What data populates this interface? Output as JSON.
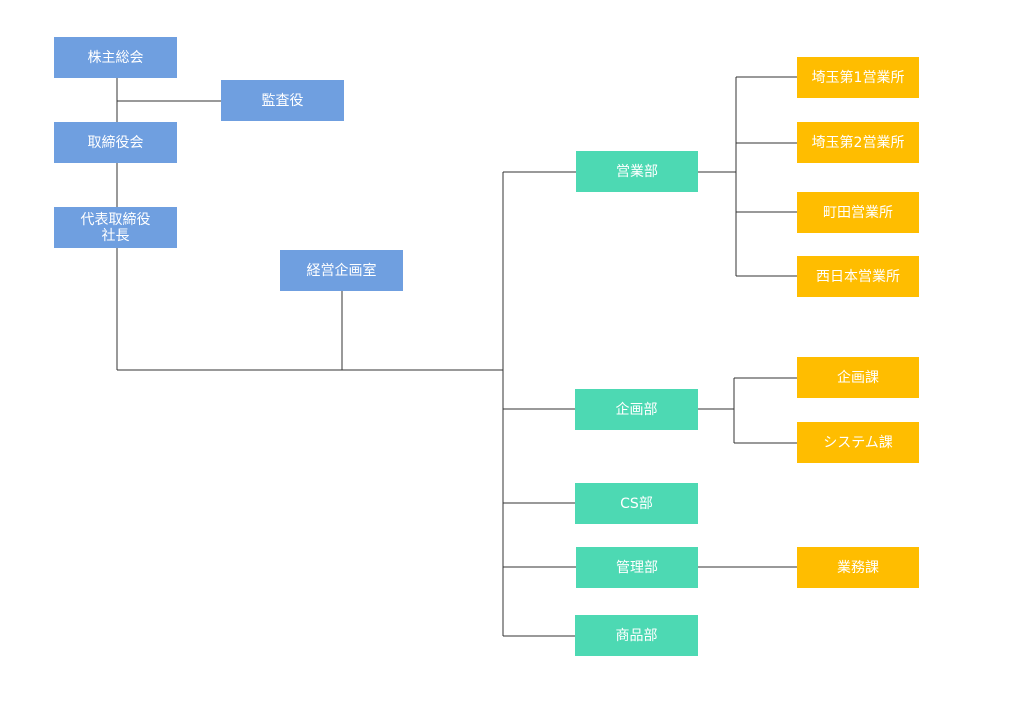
{
  "colors": {
    "executive": "#6f9fe0",
    "department": "#4dd9b3",
    "office": "#ffbd00",
    "connector": "#333333",
    "text": "#ffffff"
  },
  "executive": {
    "shareholders": "株主総会",
    "auditor": "監査役",
    "board": "取締役会",
    "president": "代表取締役\n社長",
    "planning_office": "経営企画室"
  },
  "departments": {
    "sales": {
      "label": "営業部",
      "offices": [
        "埼玉第1営業所",
        "埼玉第2営業所",
        "町田営業所",
        "西日本営業所"
      ]
    },
    "planning": {
      "label": "企画部",
      "sections": [
        "企画課",
        "システム課"
      ]
    },
    "cs": {
      "label": "CS部"
    },
    "admin": {
      "label": "管理部",
      "sections": [
        "業務課"
      ]
    },
    "products": {
      "label": "商品部"
    }
  }
}
